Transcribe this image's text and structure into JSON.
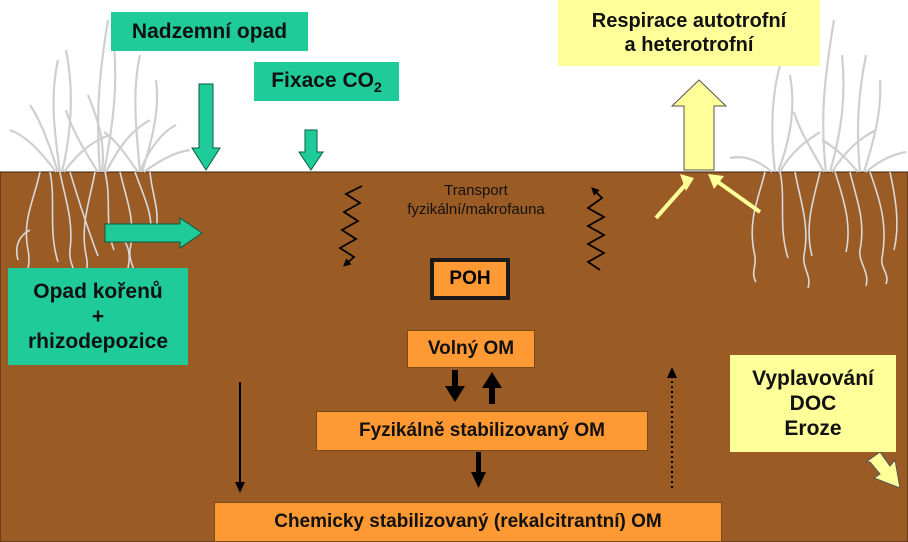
{
  "colors": {
    "soil": "#9b5b24",
    "green": "#1fcc99",
    "yellow": "#ffff99",
    "orange": "#ff9933"
  },
  "labels": {
    "aboveground_litter": "Nadzemní opad",
    "co2_fixation_prefix": "Fixace CO",
    "co2_subscript": "2",
    "respiration_line1": "Respirace autotrofní",
    "respiration_line2": "a heterotrofní",
    "root_litter_line1": "Opad kořenů",
    "root_litter_line2": "+",
    "root_litter_line3": "rhizodepozice",
    "leaching_line1": "Vyplavování",
    "leaching_line2": "DOC",
    "leaching_line3": "Eroze",
    "transport_line1": "Transport",
    "transport_line2": "fyzikální/makrofauna",
    "poh": "POH",
    "free_om": "Volný OM",
    "physically_stabilized_om": "Fyzikálně stabilizovaný OM",
    "chemically_stabilized_om": "Chemicky stabilizovaný (rekalcitrantní) OM"
  },
  "icons": [
    "grass-tuft-icon",
    "root-system-icon",
    "wavy-arrow-icon"
  ]
}
